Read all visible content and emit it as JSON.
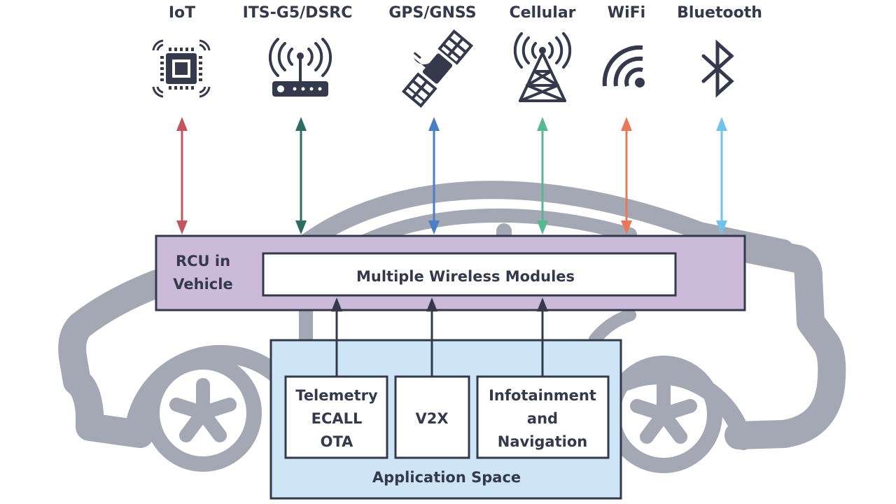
{
  "technologies": [
    {
      "label": "IoT",
      "icon": "iot-chip-icon",
      "arrow_color": "#c0565e"
    },
    {
      "label": "ITS-G5/DSRC",
      "icon": "router-antenna-icon",
      "arrow_color": "#2e6b62"
    },
    {
      "label": "GPS/GNSS",
      "icon": "satellite-icon",
      "arrow_color": "#4a7fc4"
    },
    {
      "label": "Cellular",
      "icon": "cell-tower-icon",
      "arrow_color": "#5ab891"
    },
    {
      "label": "WiFi",
      "icon": "wifi-icon",
      "arrow_color": "#e8785a"
    },
    {
      "label": "Bluetooth",
      "icon": "bluetooth-icon",
      "arrow_color": "#72c3ea"
    }
  ],
  "rcu": {
    "label_line1": "RCU in",
    "label_line2": "Vehicle",
    "fill": "#cbbad9",
    "modules_label": "Multiple Wireless Modules"
  },
  "application_space": {
    "label": "Application Space",
    "fill": "#cde5f6",
    "apps": [
      {
        "lines": [
          "Telemetry",
          "ECALL",
          "OTA"
        ]
      },
      {
        "lines": [
          "V2X"
        ]
      },
      {
        "lines": [
          "Infotainment",
          "and",
          "Navigation"
        ]
      }
    ]
  },
  "colors": {
    "ink": "#343a4c",
    "car_body": "#a3a8b4"
  }
}
